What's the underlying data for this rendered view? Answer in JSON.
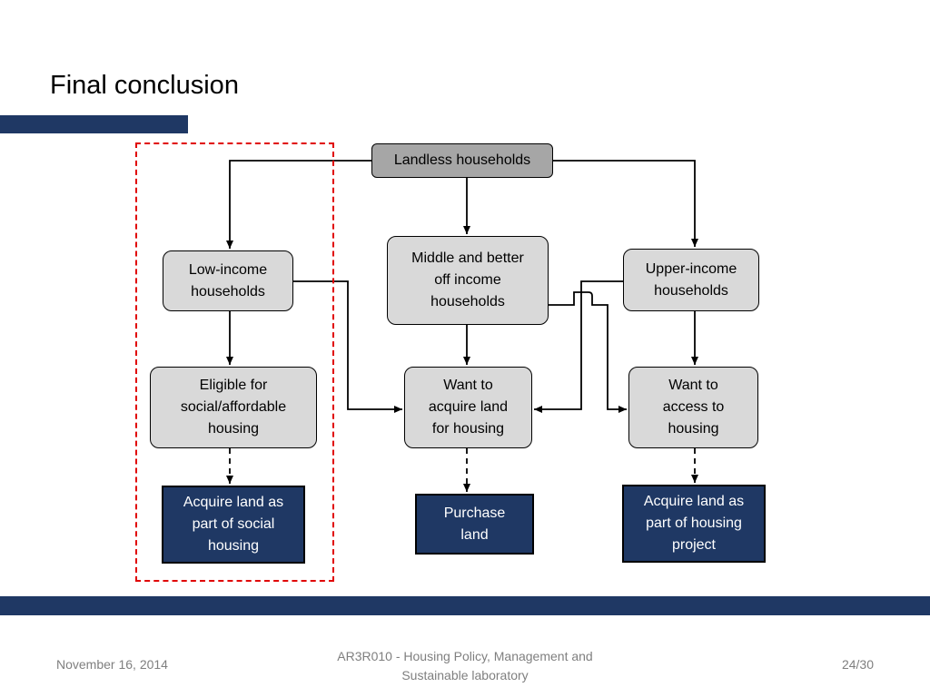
{
  "slide": {
    "title": "Final conclusion",
    "colors": {
      "navy": "#1f3864",
      "highlight": "#e00000"
    }
  },
  "diagram": {
    "landless": "Landless households",
    "low_income": "Low-income\nhouseholds",
    "middle_income": "Middle and better\noff income\nhouseholds",
    "upper_income": "Upper-income\nhouseholds",
    "eligible_social": "Eligible for\nsocial/affordable\nhousing",
    "want_land": "Want to\nacquire land\nfor housing",
    "want_access": "Want to\naccess to\nhousing",
    "acquire_social": "Acquire land as\npart of social\nhousing",
    "purchase_land": "Purchase\nland",
    "acquire_project": "Acquire land as\npart of housing\nproject"
  },
  "footer": {
    "date": "November 16, 2014",
    "course": "AR3R010 - Housing Policy, Management and Sustainable laboratory",
    "page": "24/30"
  }
}
